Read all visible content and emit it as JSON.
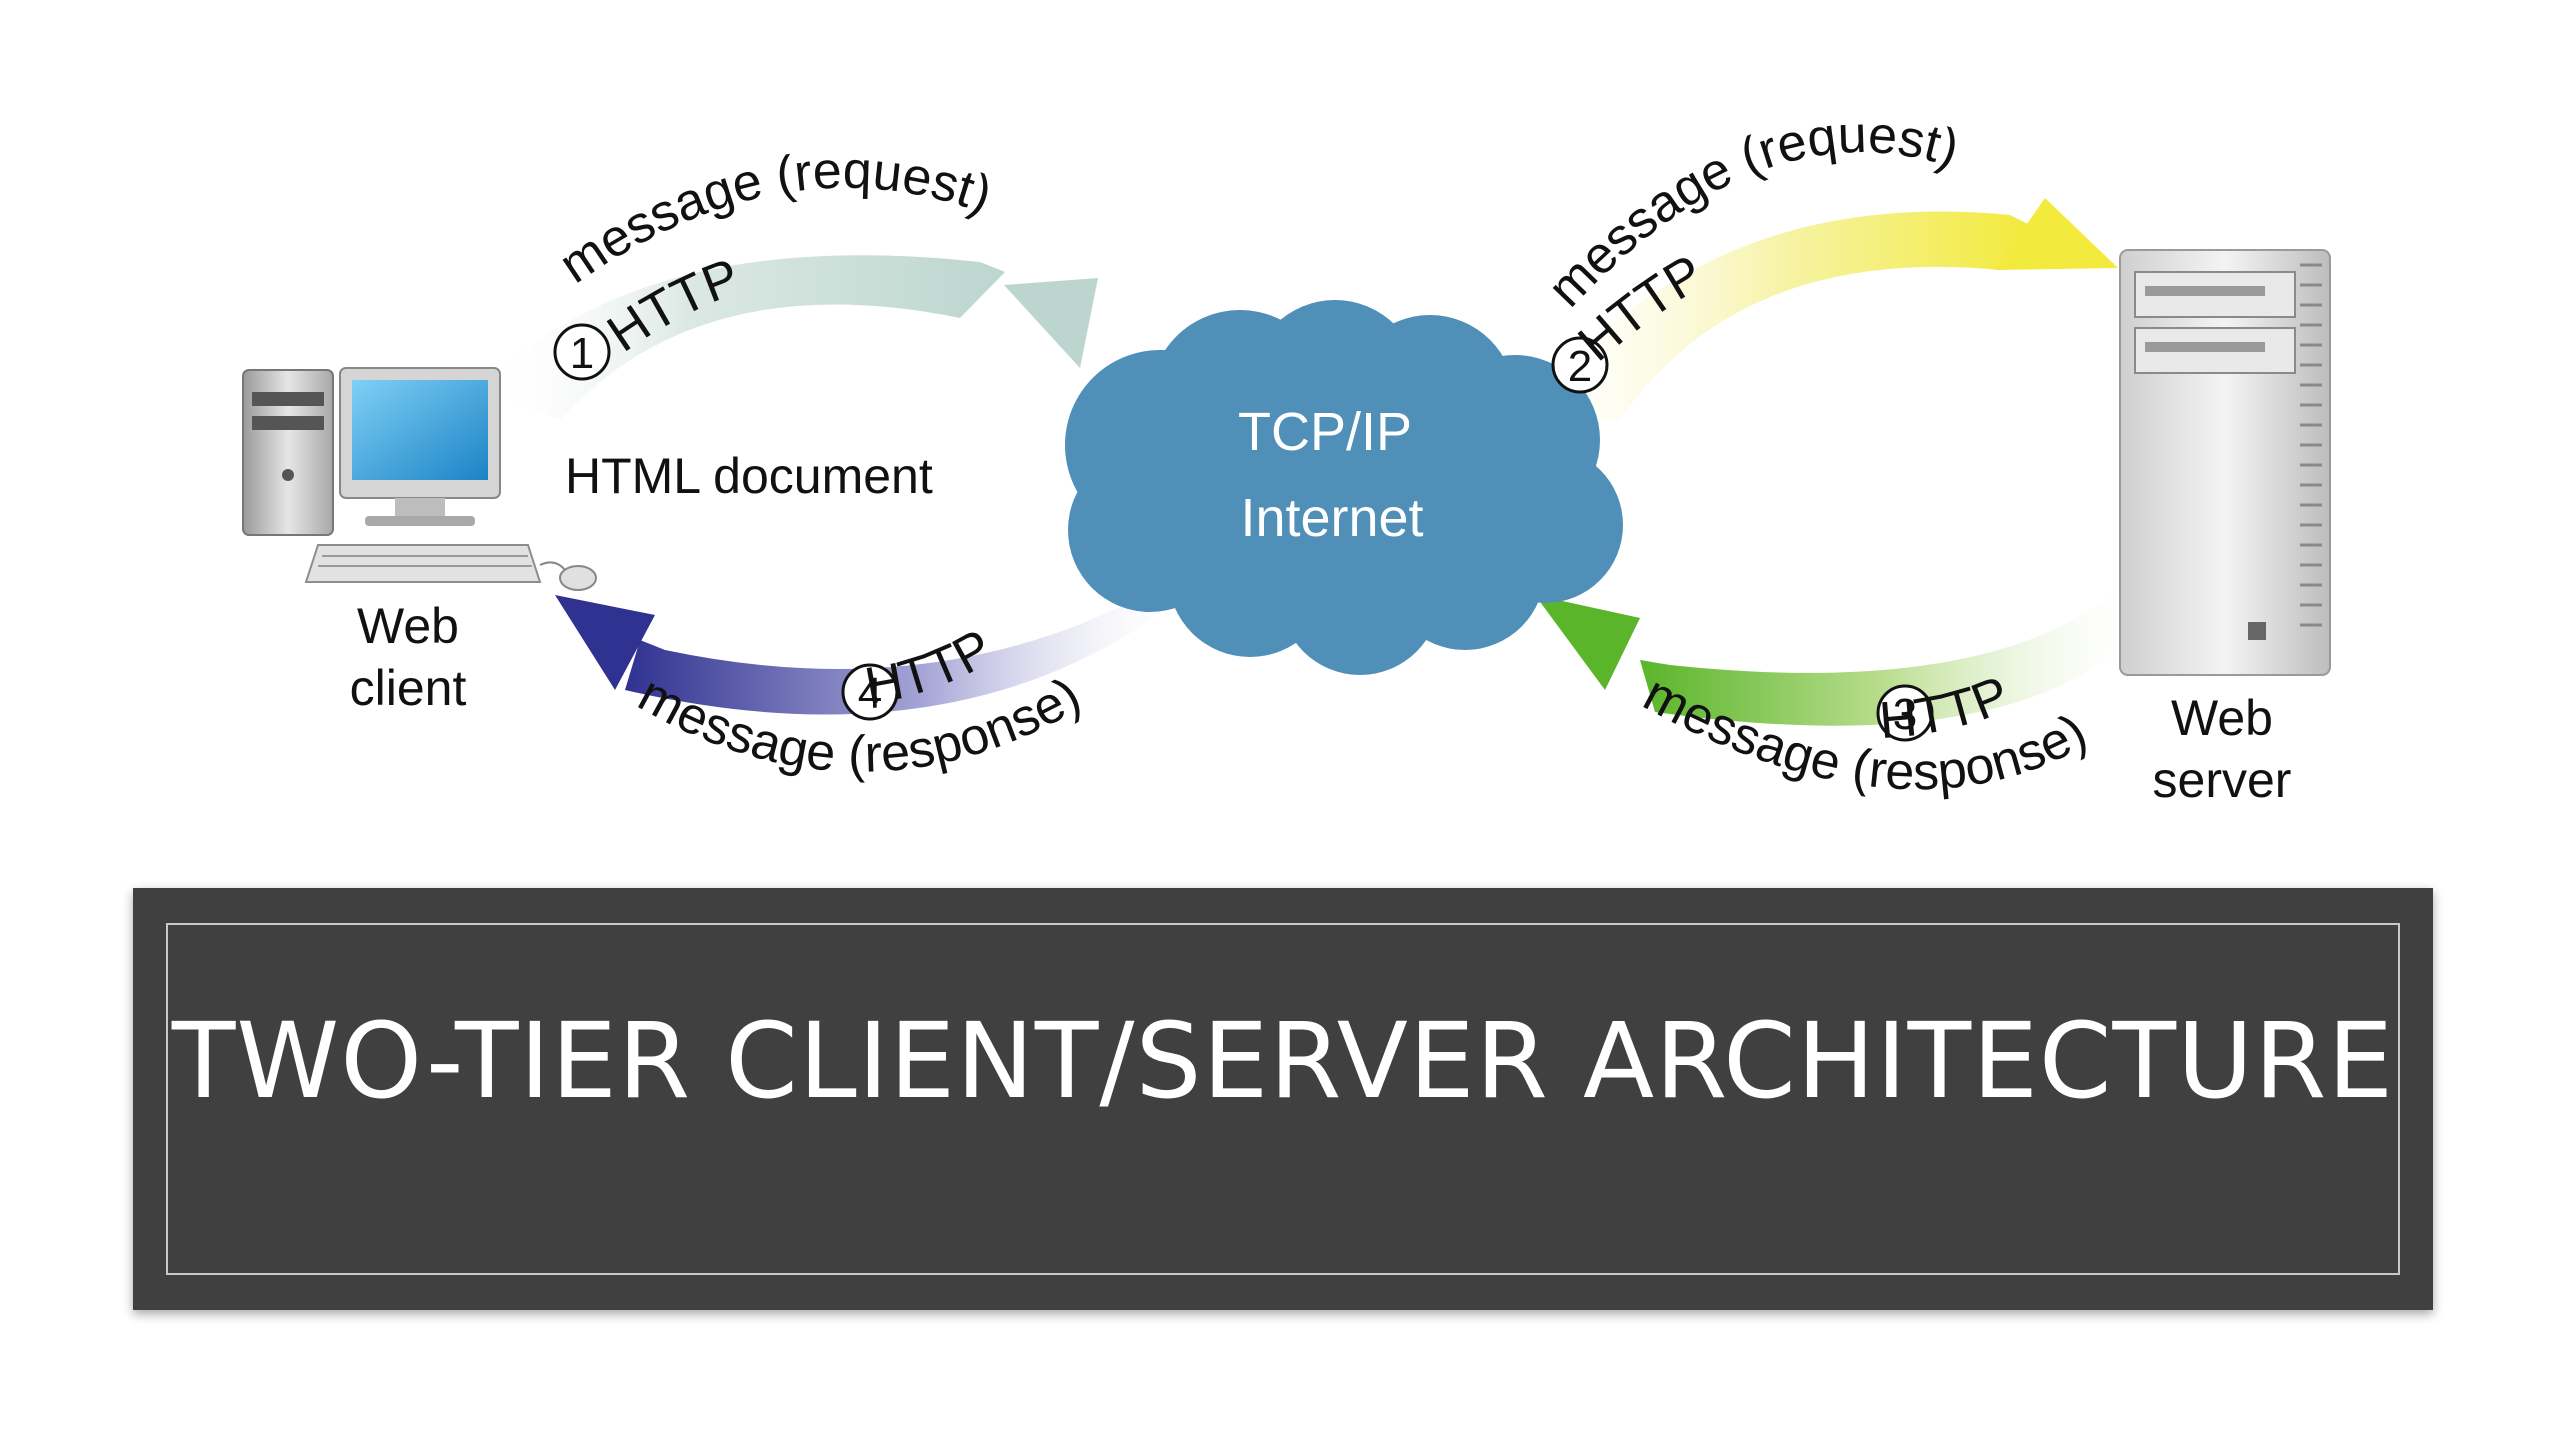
{
  "diagram": {
    "client_label_line1": "Web",
    "client_label_line2": "client",
    "server_label_line1": "Web",
    "server_label_line2": "server",
    "html_document_label": "HTML document",
    "cloud_line1": "TCP/IP",
    "cloud_line2": "Internet",
    "flows": [
      {
        "step": "1",
        "protocol": "HTTP",
        "message": "message (request)"
      },
      {
        "step": "2",
        "protocol": "HTTP",
        "message": "message (request)"
      },
      {
        "step": "3",
        "protocol": "HTTP",
        "message": "message (response)"
      },
      {
        "step": "4",
        "protocol": "HTTP",
        "message": "message (response)"
      }
    ],
    "colors": {
      "cloud": "#4f8fb8",
      "arrow1": "#c6ddd6",
      "arrow2": "#f3ee5a",
      "arrow3": "#7cc242",
      "arrow4": "#3a3d96"
    }
  },
  "slide": {
    "title": "TWO-TIER CLIENT/SERVER ARCHITECTURE",
    "title_box_color": "#404040"
  }
}
